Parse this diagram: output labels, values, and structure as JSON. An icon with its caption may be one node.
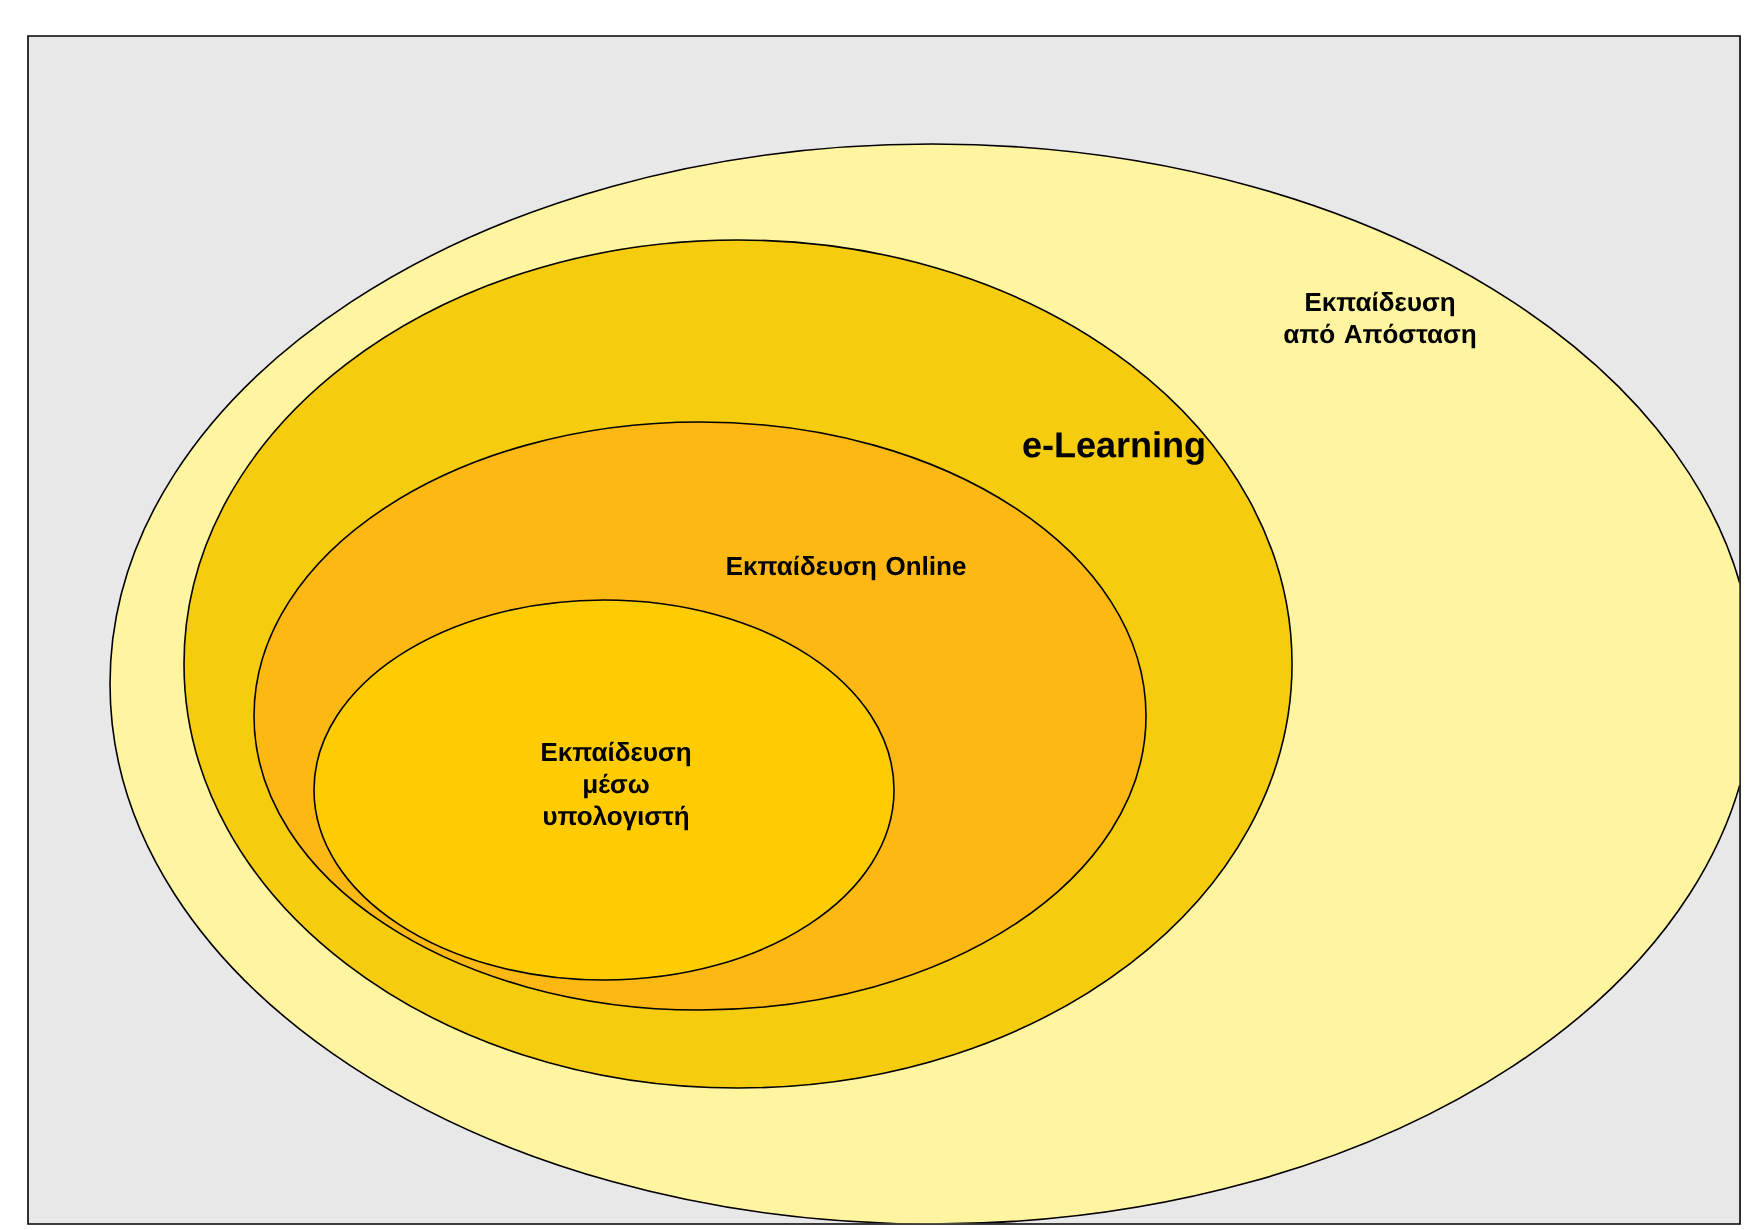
{
  "diagram": {
    "nodes": [
      {
        "text": [
          "Εκπαίδευση από Απόσταση"
        ]
      },
      {
        "text": [
          "e-Learning"
        ],
        "in": 0
      },
      {
        "text": [
          "Εκπαίδευση Online"
        ],
        "in": 1
      },
      {
        "text": [
          "Εκπαίδευση μέσω υπολογιστή"
        ],
        "in": 2
      }
    ]
  }
}
